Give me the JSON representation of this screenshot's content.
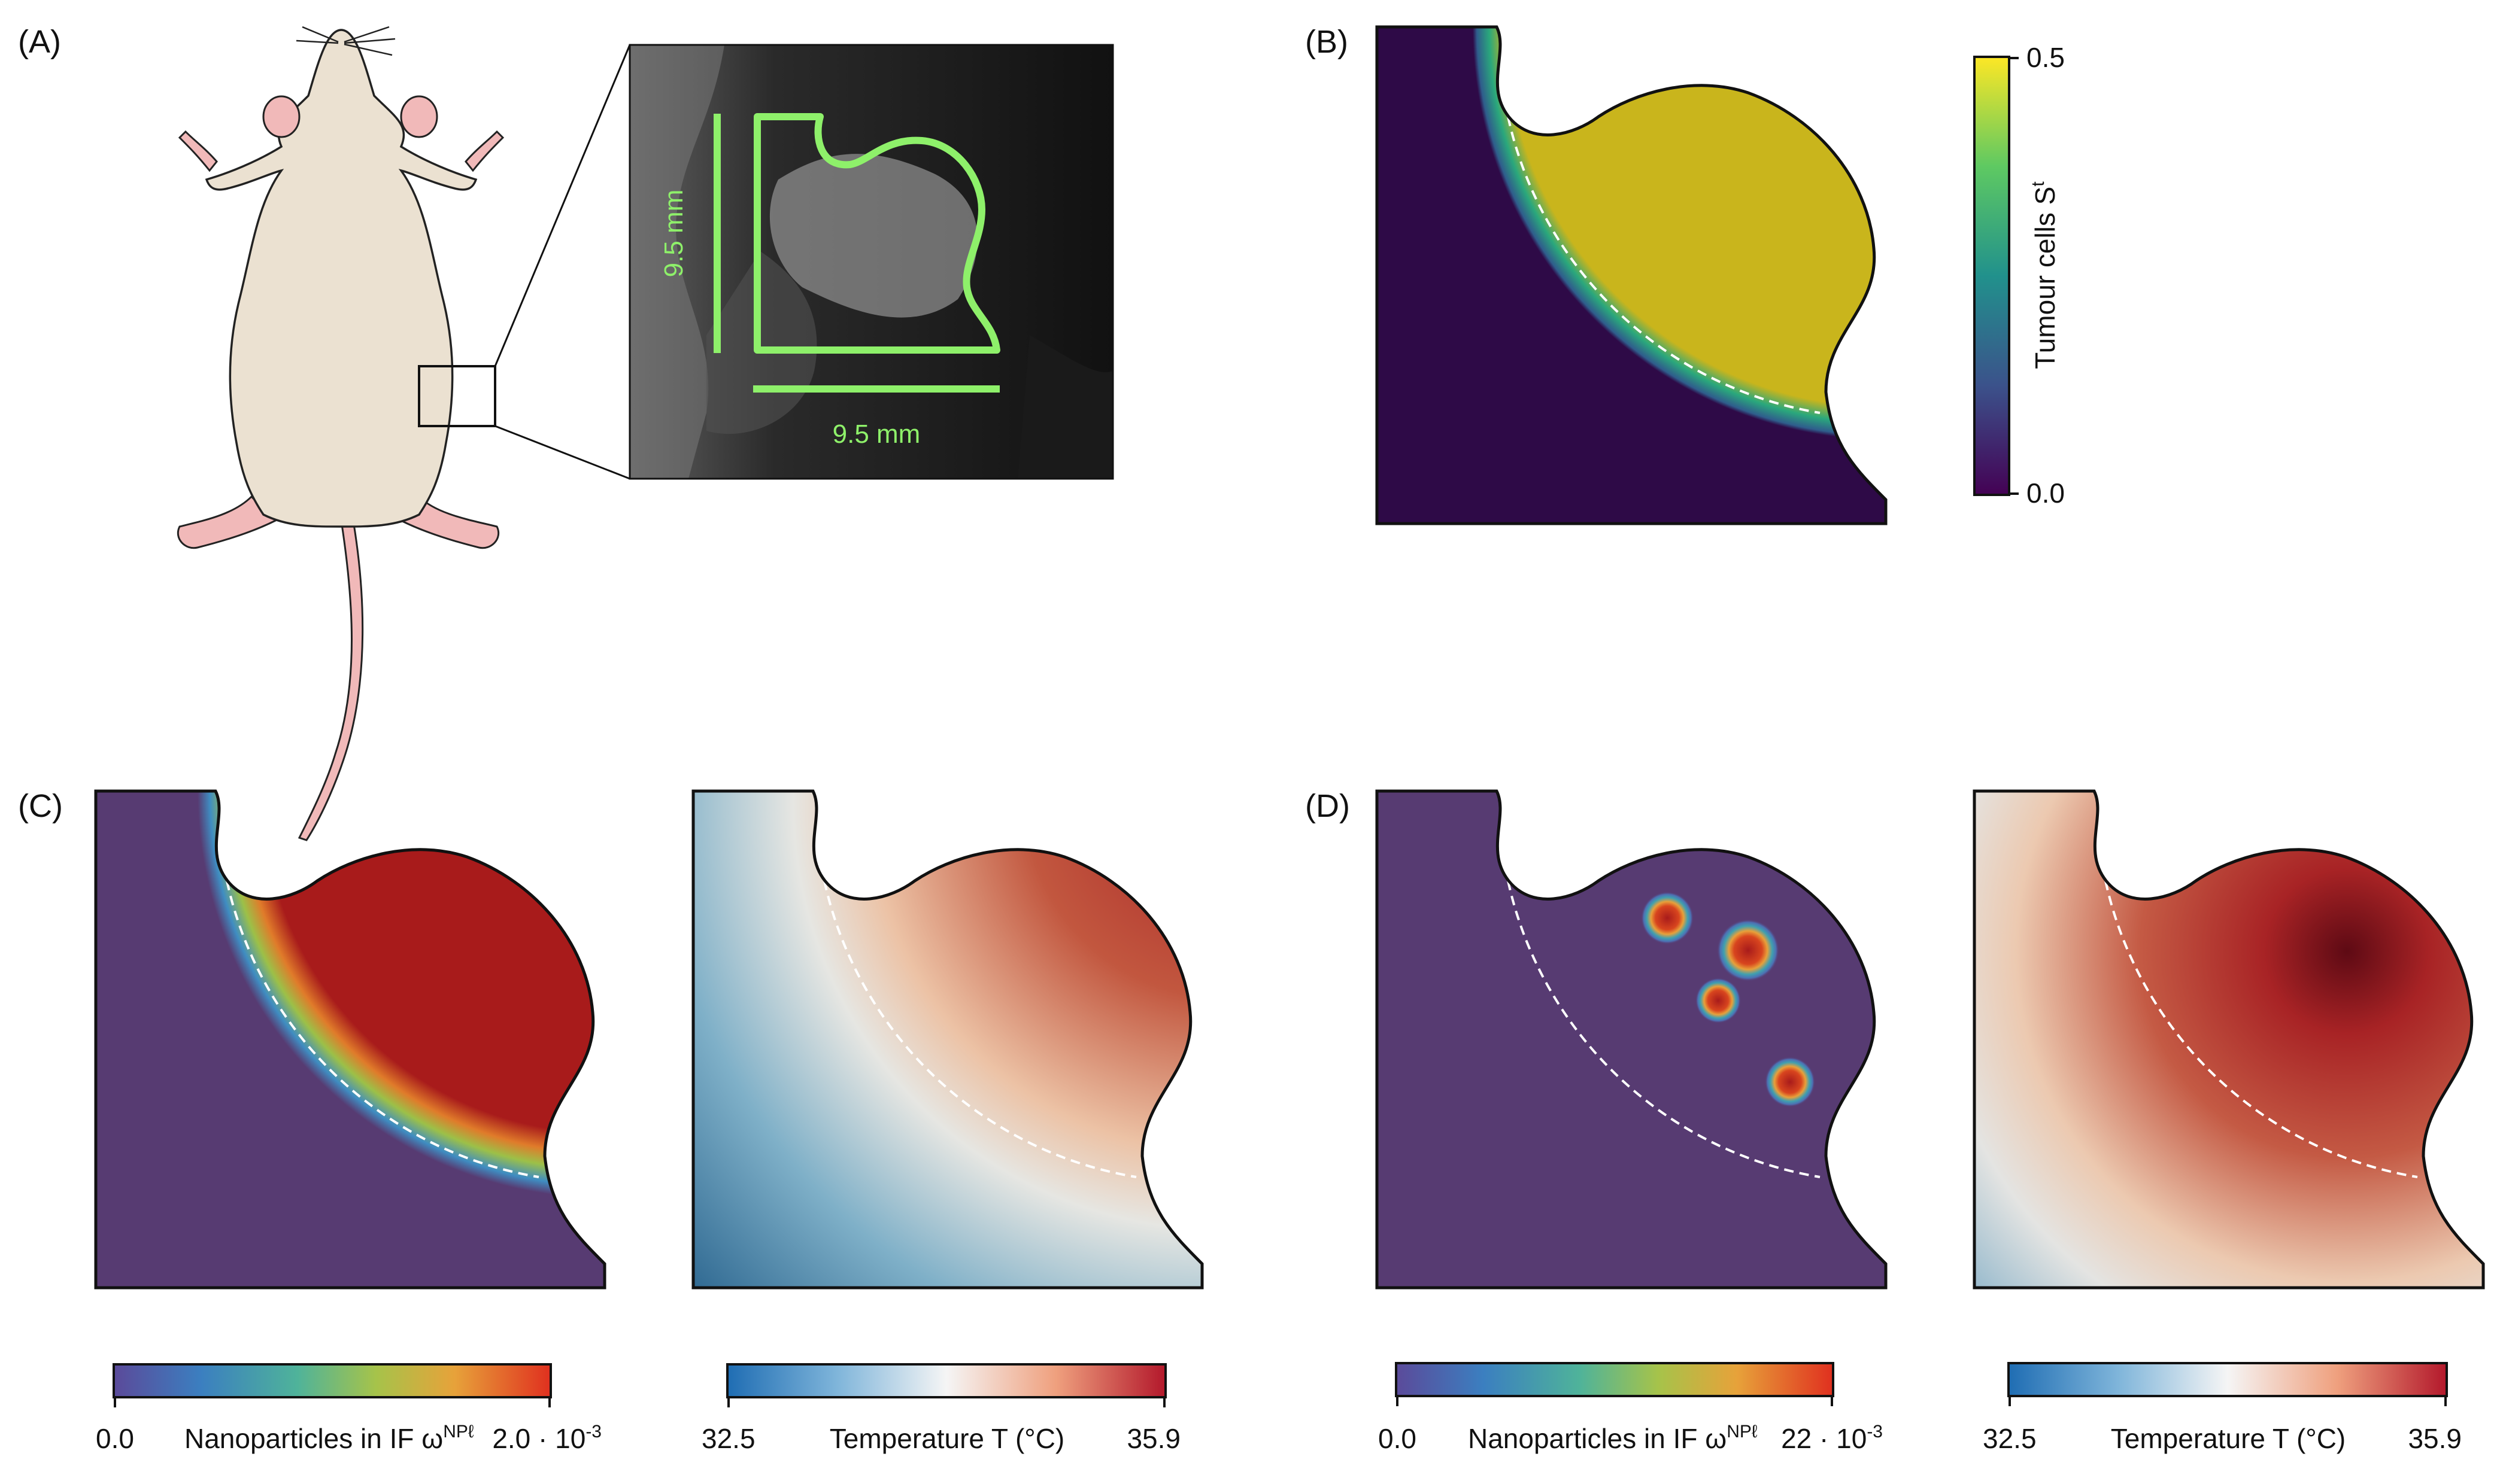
{
  "panels": {
    "a": {
      "label": "(A)",
      "dim_vertical": "9.5 mm",
      "dim_horizontal": "9.5 mm"
    },
    "b": {
      "label": "(B)",
      "colorbar": {
        "title": "Tumour cells S",
        "title_sup": "t",
        "max": "0.5",
        "min": "0.0"
      }
    },
    "c": {
      "label": "(C)",
      "np_colorbar": {
        "min": "0.0",
        "title": "Nanoparticles in IF ω",
        "title_sup": "NPℓ",
        "max": "2.0 · 10",
        "max_sup": "-3"
      },
      "t_colorbar": {
        "min": "32.5",
        "title": "Temperature T (°C)",
        "max": "35.9"
      }
    },
    "d": {
      "label": "(D)",
      "np_colorbar": {
        "min": "0.0",
        "title": "Nanoparticles in IF ω",
        "title_sup": "NPℓ",
        "max": "22 · 10",
        "max_sup": "-3"
      },
      "t_colorbar": {
        "min": "32.5",
        "title": "Temperature T (°C)",
        "max": "35.9"
      }
    }
  },
  "colors": {
    "tumour_high": "#c9b51c",
    "tumour_low": "#2e0a47",
    "np_background": "#573b72",
    "np_high": "#a81b1b",
    "temp_cold": "#124f7e",
    "temp_neutral": "#ececec",
    "temp_hot": "#a82325",
    "annotation_green": "#8ef06a"
  }
}
